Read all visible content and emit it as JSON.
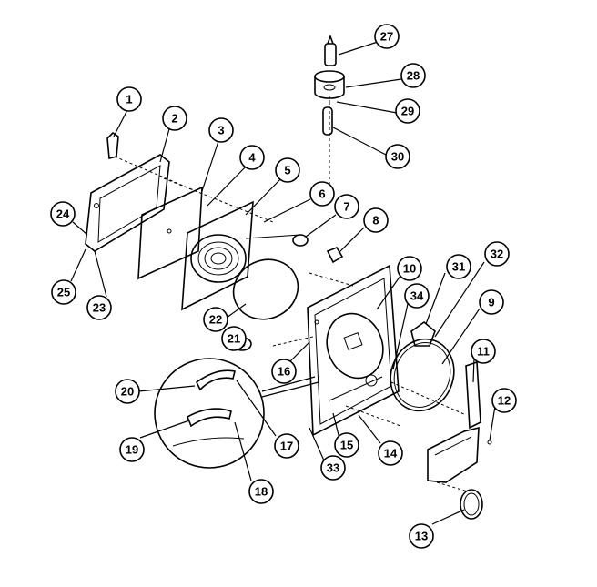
{
  "callouts": [
    "1",
    "2",
    "3",
    "4",
    "5",
    "6",
    "7",
    "8",
    "9",
    "10",
    "11",
    "12",
    "13",
    "14",
    "15",
    "16",
    "17",
    "18",
    "19",
    "20",
    "21",
    "22",
    "23",
    "24",
    "25",
    "27",
    "28",
    "29",
    "30",
    "31",
    "32",
    "33",
    "34"
  ]
}
